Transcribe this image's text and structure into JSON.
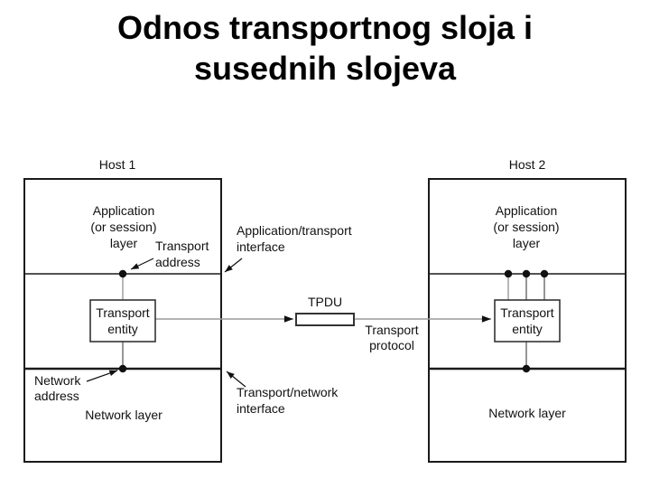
{
  "title": {
    "line1": "Odnos transportnog sloja i",
    "line2": "susednih slojeva"
  },
  "diagram": {
    "host1": {
      "label": "Host 1",
      "app_layer_lines": [
        "Application",
        "(or session)",
        "layer"
      ],
      "transport_entity_lines": [
        "Transport",
        "entity"
      ],
      "network_layer_label": "Network layer"
    },
    "host2": {
      "label": "Host 2",
      "app_layer_lines": [
        "Application",
        "(or session)",
        "layer"
      ],
      "transport_entity_lines": [
        "Transport",
        "entity"
      ],
      "network_layer_label": "Network layer"
    },
    "annotations": {
      "transport_address": [
        "Transport",
        "address"
      ],
      "application_transport_interface": [
        "Application/transport",
        "interface"
      ],
      "network_address": [
        "Network",
        "address"
      ],
      "transport_network_interface": [
        "Transport/network",
        "interface"
      ],
      "tpdu_label": "TPDU",
      "transport_protocol": [
        "Transport",
        "protocol"
      ]
    },
    "colors": {
      "text": "#111111",
      "box_border": "#1a1a1a",
      "connector": "#9a9a9a",
      "arrow": "#111111",
      "background": "#ffffff"
    }
  }
}
